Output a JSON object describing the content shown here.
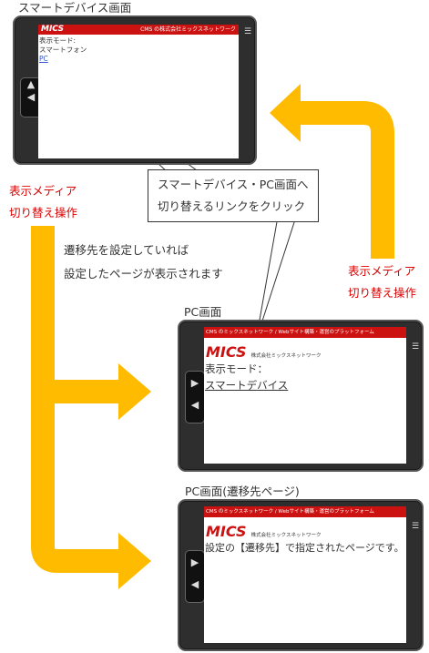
{
  "colors": {
    "arrow": "#ffbb00",
    "brand_red": "#cc1111",
    "label_red": "#dd0000",
    "device": "#2e2e2e"
  },
  "smartphone": {
    "caption": "スマートデバイス画面",
    "bar_brand": "MICS",
    "bar_right": "CMS の株式会社ミックスネットワーク",
    "mode_label": "表示モード:",
    "mode_value": "スマートフォン",
    "pc_link": "PC"
  },
  "callout": {
    "line1": "スマートデバイス・PC画面へ",
    "line2": "切り替えるリンクをクリック"
  },
  "left_label": {
    "line1": "表示メディア",
    "line2": "切り替え操作"
  },
  "right_label": {
    "line1": "表示メディア",
    "line2": "切り替え操作"
  },
  "note": {
    "line1": "遷移先を設定していれば",
    "line2": "設定したページが表示されます"
  },
  "pc_screen": {
    "caption": "PC画面",
    "bar_text": "CMS のミックスネットワーク / Webサイト構築・運営のプラットフォーム",
    "logo": "MICS",
    "company": "株式会社ミックスネットワーク",
    "mode_label": "表示モード：",
    "smart_link": "スマートデバイス"
  },
  "pc_dest": {
    "caption": "PC画面(遷移先ページ)",
    "bar_text": "CMS のミックスネットワーク / Webサイト構築・運営のプラットフォーム",
    "logo": "MICS",
    "company": "株式会社ミックスネットワーク",
    "message": "設定の【遷移先】で指定されたページです。"
  },
  "icons": {
    "up": "up-arrow-icon",
    "left": "left-arrow-icon",
    "menu": "menu-icon"
  }
}
